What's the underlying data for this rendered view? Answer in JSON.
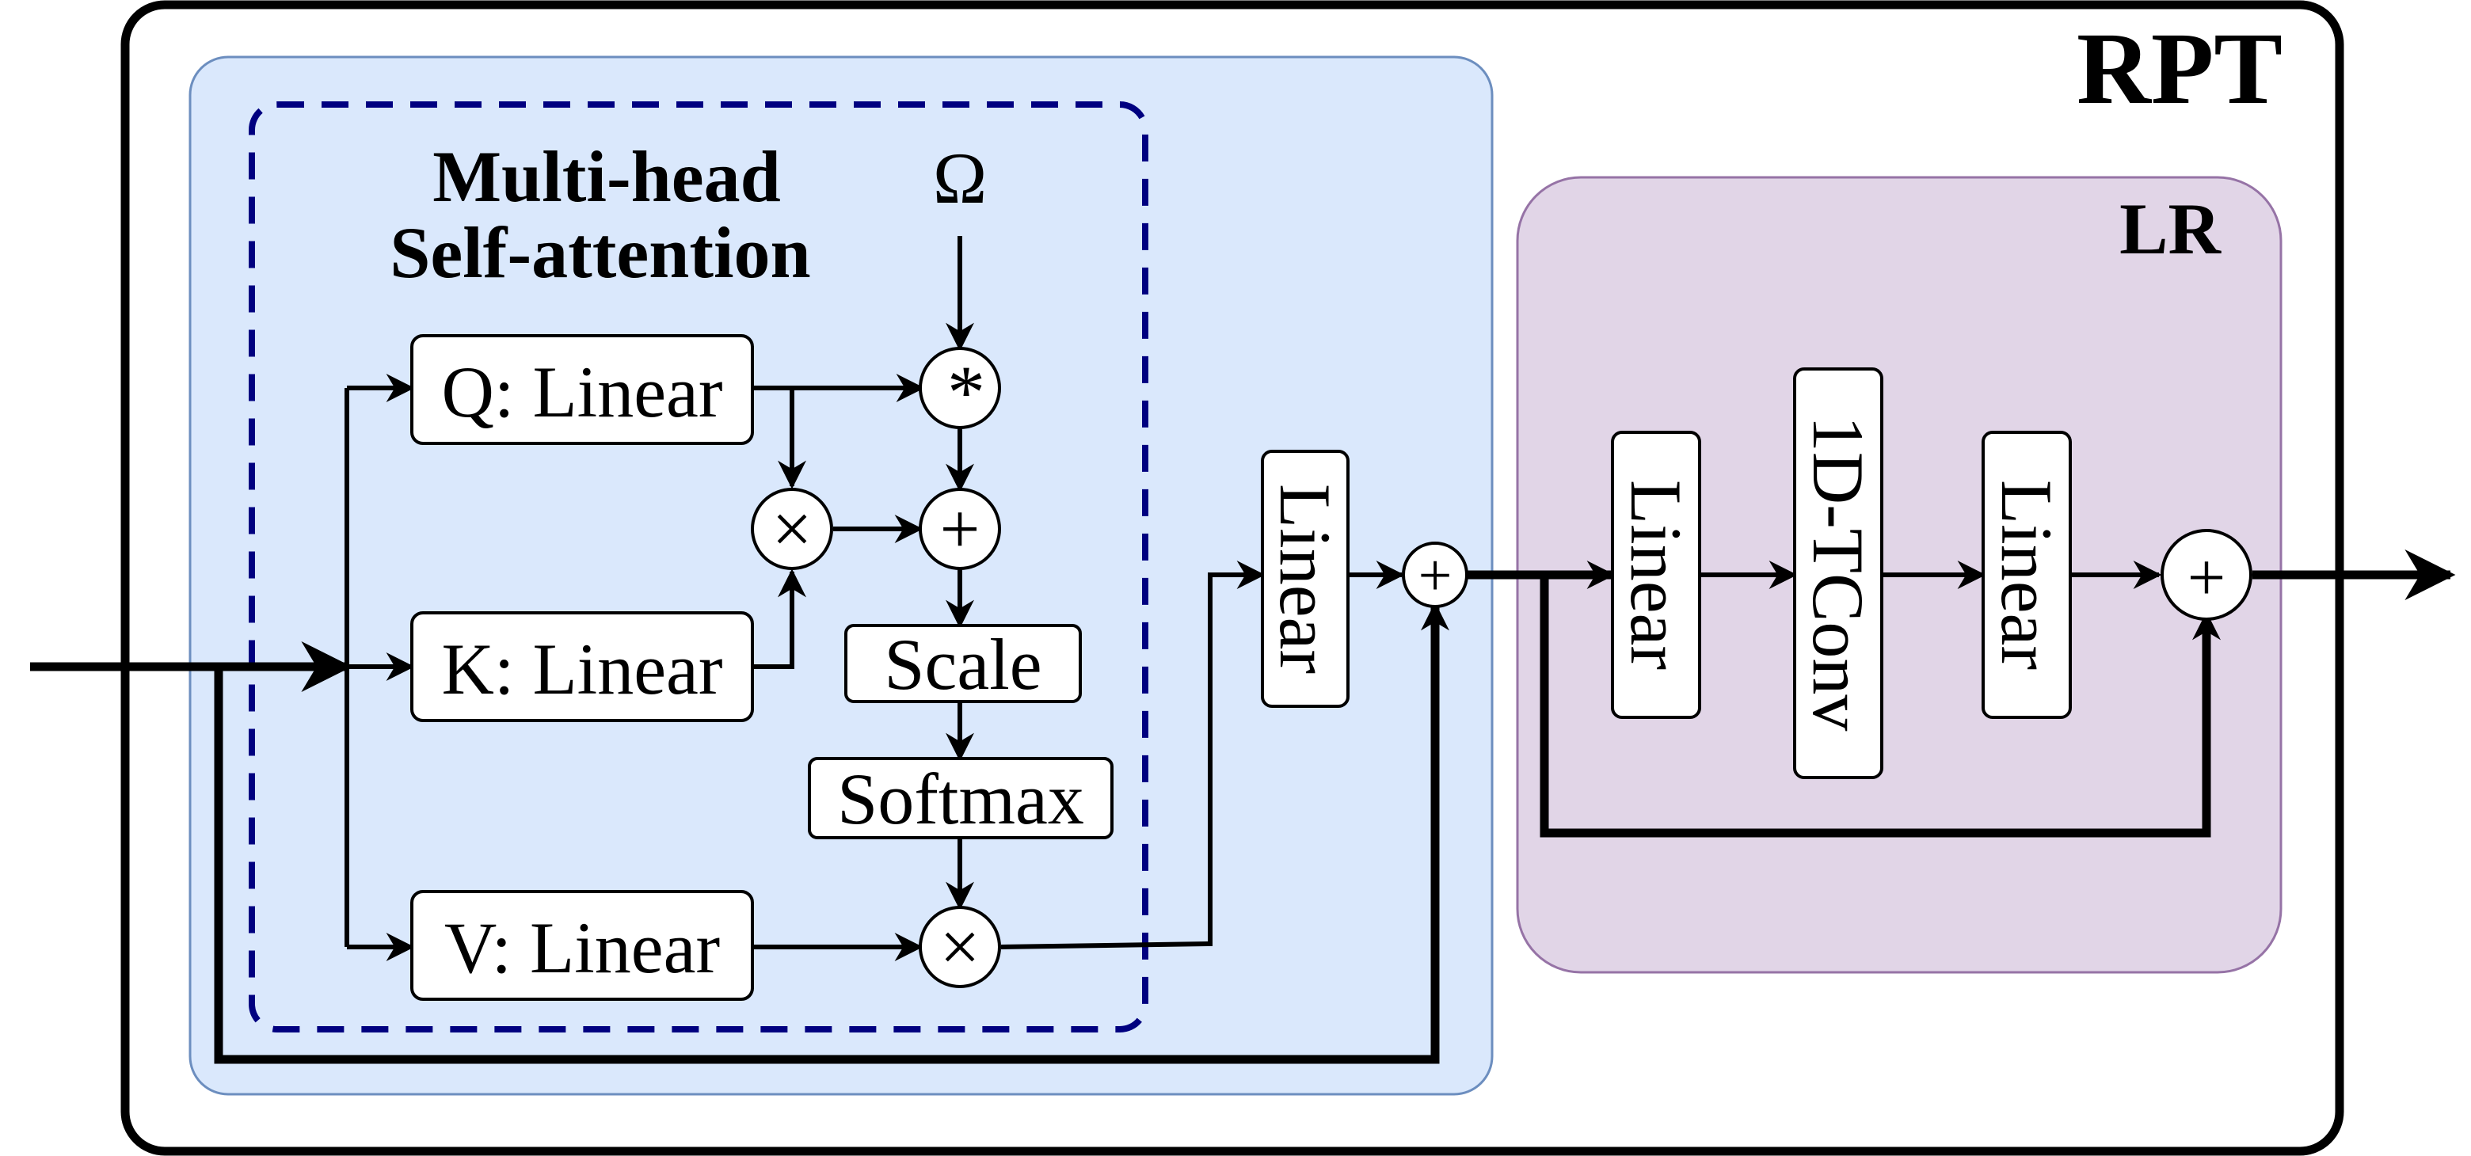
{
  "diagram": {
    "outer_title": "RPT",
    "attention_block": {
      "title_line1": "Multi-head",
      "title_line2": "Self-attention",
      "omega": "Ω",
      "q_linear": "Q: Linear",
      "k_linear": "K: Linear",
      "v_linear": "V: Linear",
      "star_op": "*",
      "multiply_op": "×",
      "plus_op": "+",
      "scale": "Scale",
      "softmax": "Softmax",
      "output_multiply_op": "×"
    },
    "out_linear": "Linear",
    "residual_plus_1": "+",
    "lr_block": {
      "title": "LR",
      "linear_1": "Linear",
      "tconv": "1D-TConv",
      "linear_2": "Linear",
      "residual_plus_2": "+"
    },
    "colors": {
      "attention_panel_fill": "#dae8fc",
      "attention_panel_stroke": "#6c8ebf",
      "dashed_border": "#000080",
      "lr_panel_fill": "#e1d5e7",
      "lr_panel_stroke": "#9673a6",
      "outer_border": "#000000"
    }
  }
}
